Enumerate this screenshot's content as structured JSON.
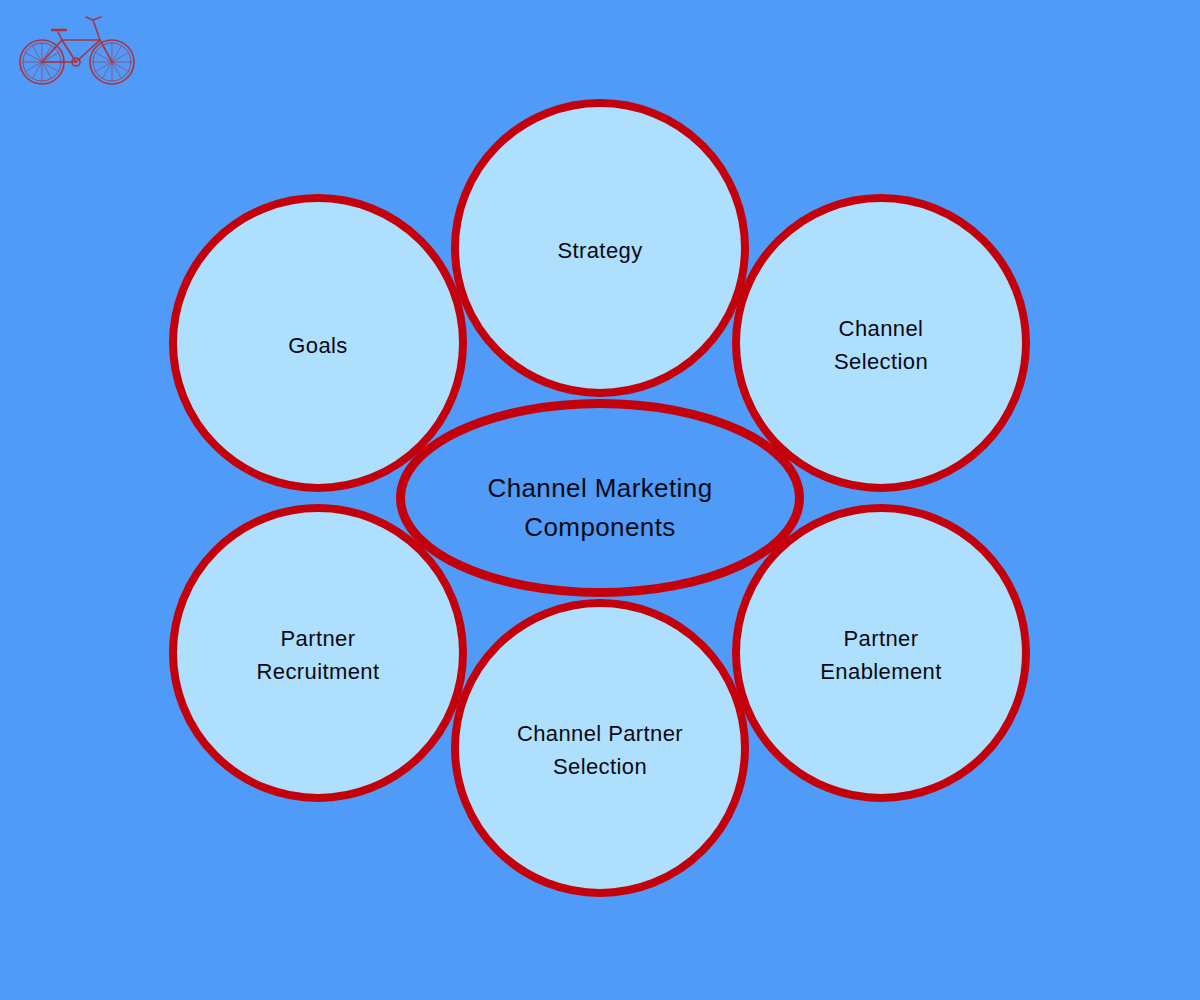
{
  "diagram": {
    "nodes": [
      {
        "text": [
          "Strategy"
        ]
      },
      {
        "text": [
          "Goals"
        ]
      },
      {
        "text": [
          "Channel Selection"
        ]
      },
      {
        "text": [
          "Channel Marketing Components"
        ]
      },
      {
        "text": [
          "Partner Recruitment"
        ]
      },
      {
        "text": [
          "Partner Enablement"
        ]
      },
      {
        "text": [
          "Channel Partner Selection"
        ]
      }
    ]
  }
}
